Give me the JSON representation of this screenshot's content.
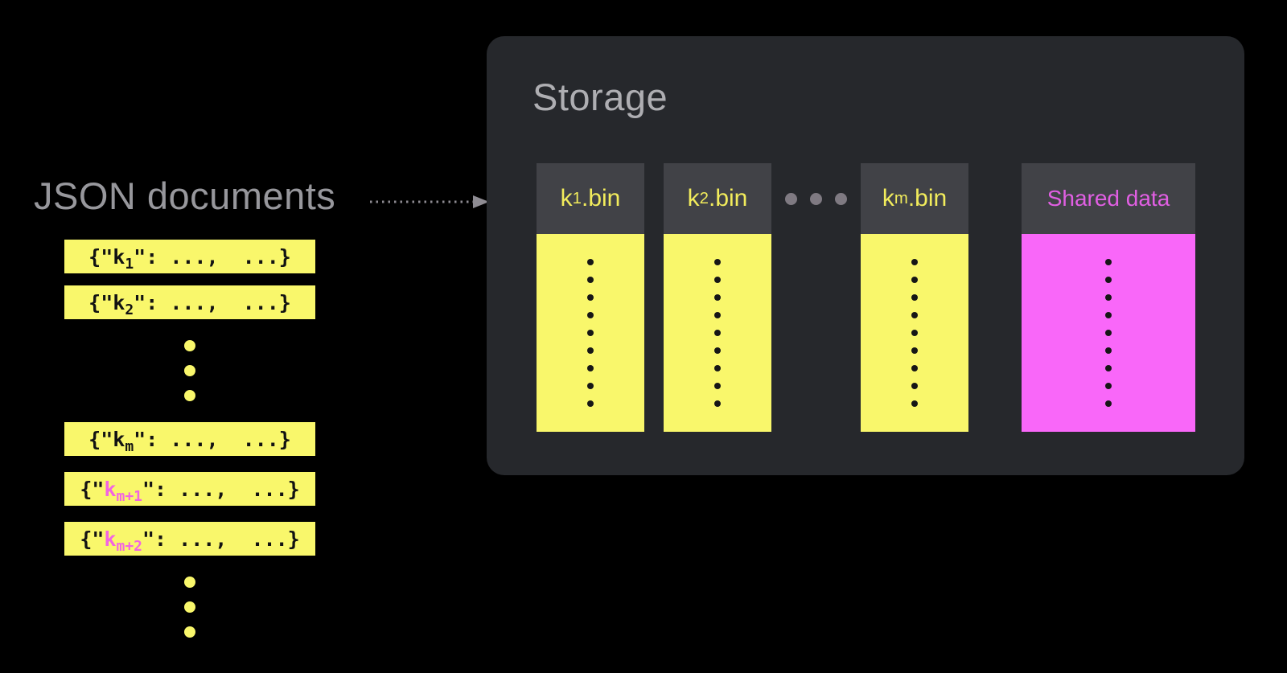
{
  "left_panel": {
    "title": "JSON documents",
    "doc_text": {
      "prefix": "{\"",
      "suffix": "\": ...,  ...}"
    },
    "items": [
      {
        "type": "doc",
        "key": "k",
        "sub": "1",
        "highlight": false
      },
      {
        "type": "doc",
        "key": "k",
        "sub": "2",
        "highlight": false
      },
      {
        "type": "dots",
        "count": 3
      },
      {
        "type": "doc",
        "key": "k",
        "sub": "m",
        "highlight": false
      },
      {
        "type": "doc",
        "key": "k",
        "sub": "m+1",
        "highlight": true
      },
      {
        "type": "doc",
        "key": "k",
        "sub": "m+2",
        "highlight": true
      },
      {
        "type": "dots",
        "count": 3
      }
    ]
  },
  "arrow": {
    "from": "JSON documents",
    "to": "Storage",
    "style": "dotted"
  },
  "storage": {
    "title": "Storage",
    "dots_per_column": 9,
    "columns": [
      {
        "type": "bin",
        "key": "k",
        "sub": "1",
        "ext": ".bin"
      },
      {
        "type": "bin",
        "key": "k",
        "sub": "2",
        "ext": ".bin"
      },
      {
        "type": "ellipsis",
        "count": 3
      },
      {
        "type": "bin",
        "key": "k",
        "sub": "m",
        "ext": ".bin"
      },
      {
        "type": "shared",
        "label": "Shared data"
      }
    ]
  },
  "colors": {
    "page_bg": "#000000",
    "yellow": "#F9F76B",
    "magenta": "#F967F9",
    "pink_key": "#F264E2",
    "shared_label": "#E15FE3",
    "bin_label": "#F2EC5C",
    "box_bg": "#26282C",
    "header_bg": "#414247",
    "left_title": "#97979C",
    "storage_title": "#AEAEB2",
    "arrow": "#8E8B92",
    "gray_dots": "#7F7A82",
    "doc_text": "#121212",
    "column_dots": "#161616"
  }
}
